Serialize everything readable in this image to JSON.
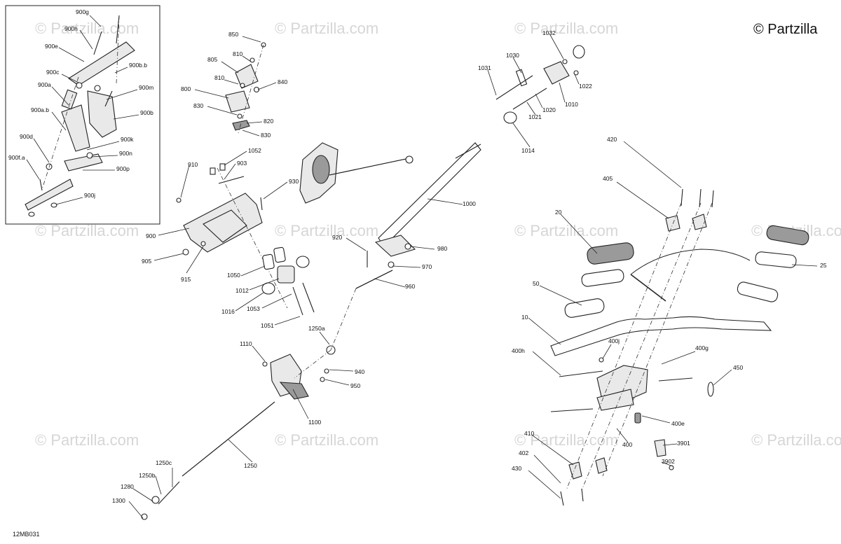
{
  "brand": "© Partzilla",
  "watermark": "© Partzilla.com",
  "diagram_code": "12MB031",
  "callouts": [
    "900g",
    "900h",
    "900e",
    "900b.b",
    "900c",
    "900m",
    "900a",
    "900b",
    "900a.b",
    "900k",
    "900d",
    "900n",
    "900f.a",
    "900p",
    "900j",
    "850",
    "805",
    "810",
    "810",
    "840",
    "800",
    "830",
    "820",
    "830",
    "1052",
    "910",
    "903",
    "930",
    "900",
    "905",
    "915",
    "1050",
    "1012",
    "1016",
    "1053",
    "1051",
    "920",
    "980",
    "970",
    "960",
    "1000",
    "1032",
    "1030",
    "1031",
    "1022",
    "1020",
    "1010",
    "1021",
    "1014",
    "1250a",
    "1110",
    "940",
    "950",
    "1100",
    "1250",
    "1250c",
    "1250b",
    "1280",
    "1300",
    "420",
    "405",
    "20",
    "25",
    "50",
    "10",
    "400j",
    "400h",
    "400g",
    "450",
    "400e",
    "400",
    "410",
    "3901",
    "402",
    "3902",
    "430"
  ]
}
